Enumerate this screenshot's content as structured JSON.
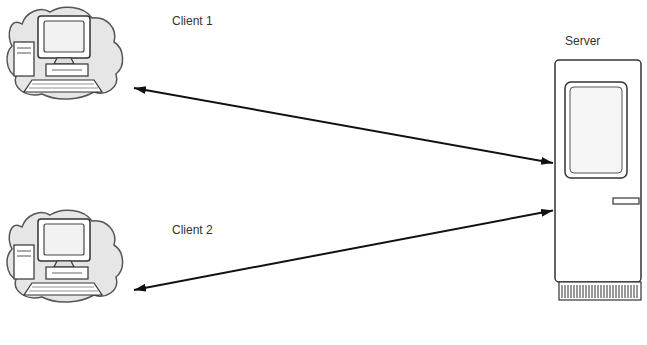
{
  "diagram": {
    "nodes": [
      {
        "text": [
          "Client 1"
        ]
      },
      {
        "text": [
          "Client 2"
        ]
      },
      {
        "text": [
          "Server"
        ]
      }
    ],
    "edges": [
      {
        "from": 0,
        "to": 2,
        "arrow": "both"
      },
      {
        "from": 1,
        "to": 2,
        "arrow": "both"
      }
    ]
  }
}
